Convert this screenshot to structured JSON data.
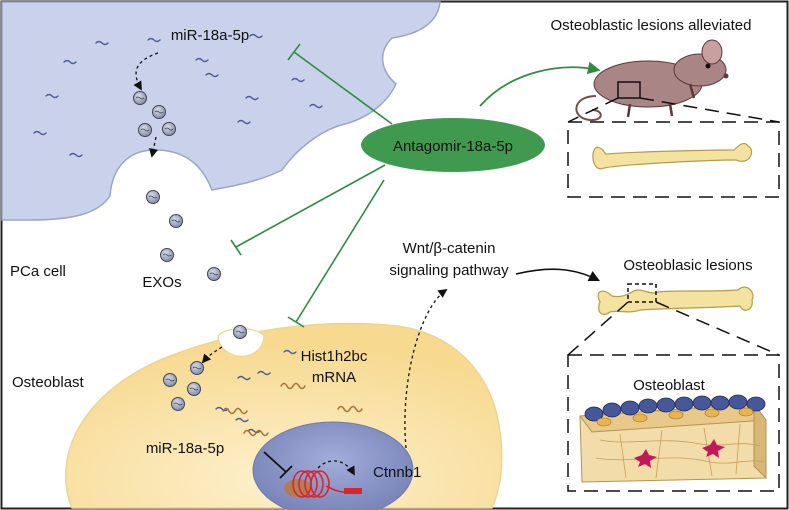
{
  "labels": {
    "mirna_top": "miR-18a-5p",
    "antagomir": "Antagomir-18a-5p",
    "pca_cell": "PCa cell",
    "exos": "EXOs",
    "osteoblast_cell": "Osteoblast",
    "hist_line1": "Hist1h2bc",
    "hist_line2": "mRNA",
    "mirna_bottom": "miR-18a-5p",
    "ctnnb1": "Ctnnb1",
    "wnt_line1": "Wnt/β-catenin",
    "wnt_line2": "signaling pathway",
    "lesions_alleviated": "Osteoblastic lesions alleviated",
    "lesions": "Osteoblasic lesions",
    "osteoblast_inset": "Osteoblast"
  },
  "colors": {
    "pca_fill": "#c9d2ea",
    "pca_stroke": "#9aa6c8",
    "osteoblast_fill": "#fbe3ae",
    "nucleus_fill": "#8d99c4",
    "antagomir_fill": "#3f9a50",
    "inhibit_line": "#2f8b41",
    "arrow_green": "#2f8b41",
    "mrna": "#a97436",
    "exo_fill": "#9aa2ba",
    "bone_fill": "#f3e2a0",
    "dna_red": "#d8262c"
  },
  "icons": {
    "mouse": "mouse-icon",
    "bone": "bone-icon",
    "exosome": "exosome-icon",
    "mirna": "mirna-squiggle-icon",
    "mrna": "mrna-squiggle-icon",
    "dna": "dna-coil-icon",
    "bone_tissue": "bone-tissue-icon"
  }
}
